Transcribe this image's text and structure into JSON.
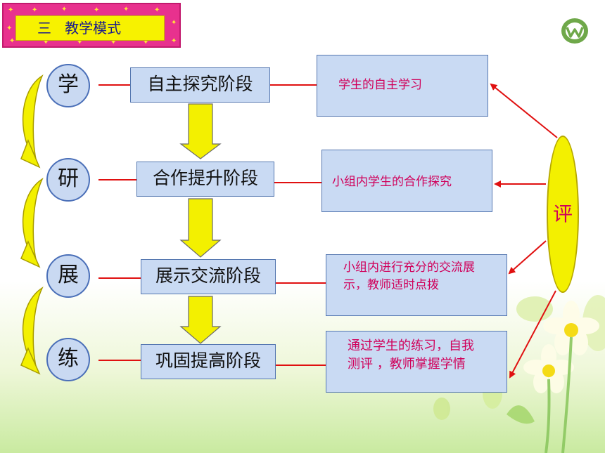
{
  "title": "三   教学模式",
  "steps": [
    {
      "char": "学",
      "stage": "自主探究阶段",
      "note": "学生的自主学习"
    },
    {
      "char": "研",
      "stage": "合作提升阶段",
      "note": "小组内学生的合作探究"
    },
    {
      "char": "展",
      "stage": "展示交流阶段",
      "note": "小组内进行充分的交流展示，教师适时点拨"
    },
    {
      "char": "练",
      "stage": "巩固提高阶段",
      "note": "通过学生的练习，自我测评 ，教师掌握学情"
    }
  ],
  "evaluation": "评",
  "colors": {
    "box_fill": "#c9daf3",
    "box_border": "#5577b0",
    "arrow_red": "#e01010",
    "arrow_yellow": "#f3f000",
    "note_text": "#d0005a",
    "title_frame": "#e8318e"
  }
}
